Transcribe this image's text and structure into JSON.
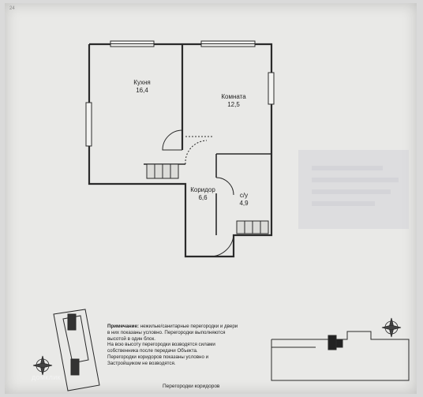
{
  "corner_mark": "24",
  "rooms": [
    {
      "name": "Кухня",
      "area": "16,4"
    },
    {
      "name": "Комната",
      "area": "12,5"
    },
    {
      "name": "Коридор",
      "area": "6,6"
    },
    {
      "name": "с/у",
      "area": "4,9"
    }
  ],
  "note": {
    "title": "Примечание:",
    "lines": [
      "нежилые/санитарные перегородки и двери",
      "в них показаны условно. Перегородки выполняются",
      "высотой в один блок.",
      "На всю высоту перегородки возводятся силами",
      "собственника после передачи Объекта.",
      "Перегородки коридоров показаны условно и",
      "Застройщиком не возводятся."
    ]
  },
  "caption": "Перегородки коридоров",
  "watermark": "домклик",
  "colors": {
    "wall": "#2a2a2a",
    "paper": "#e9e9e7"
  }
}
